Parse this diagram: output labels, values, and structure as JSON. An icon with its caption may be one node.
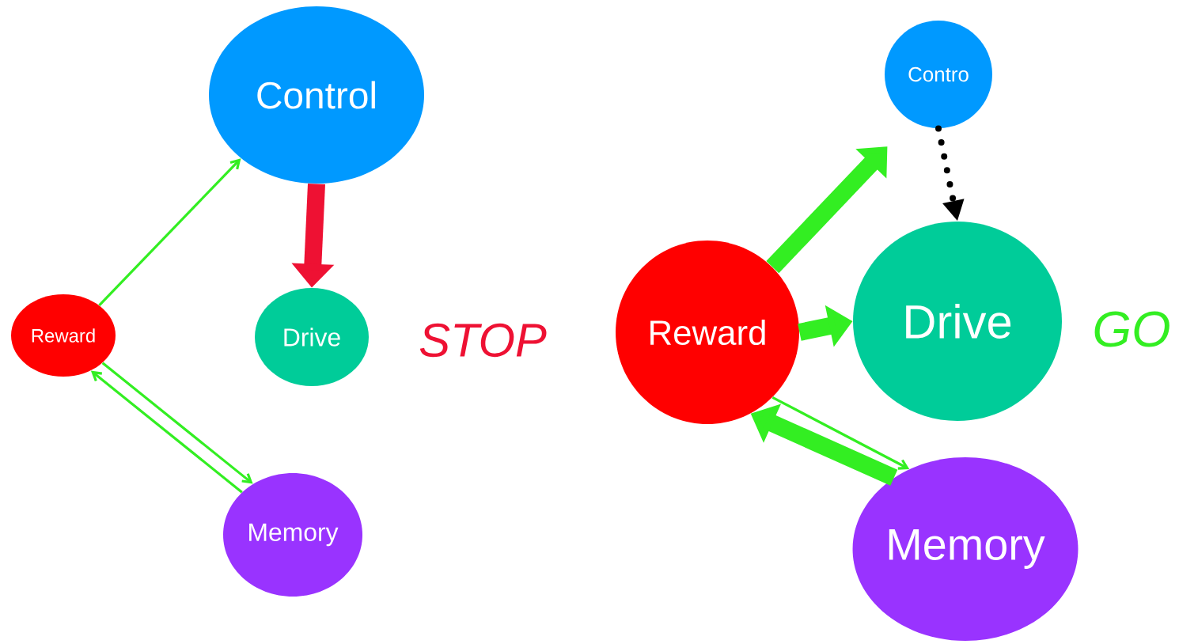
{
  "diagram": {
    "nodes": [
      {
        "text": [
          "Control"
        ]
      },
      {
        "text": [
          "Reward"
        ]
      },
      {
        "text": [
          "Drive"
        ]
      },
      {
        "text": [
          "Memory"
        ]
      },
      {
        "text": [
          "Contro"
        ]
      },
      {
        "text": [
          "Reward"
        ]
      },
      {
        "text": [
          "Drive"
        ]
      },
      {
        "text": [
          "Memory"
        ]
      }
    ],
    "edges": [
      {
        "from": 1,
        "to": 0,
        "arrow": "to"
      },
      {
        "from": 0,
        "to": 2,
        "arrow": "to",
        "style": "thick",
        "color": "#ee1133"
      },
      {
        "from": 1,
        "to": 3,
        "arrow": "to"
      },
      {
        "from": 3,
        "to": 1,
        "arrow": "to"
      },
      {
        "from": 5,
        "to": 4,
        "arrow": "to",
        "style": "thick"
      },
      {
        "from": 4,
        "to": 6,
        "arrow": "to",
        "style": "dashed",
        "color": "#000000"
      },
      {
        "from": 5,
        "to": 6,
        "arrow": "to",
        "style": "thick"
      },
      {
        "from": 5,
        "to": 7,
        "arrow": "to"
      },
      {
        "from": 7,
        "to": 5,
        "arrow": "to",
        "style": "thick"
      }
    ],
    "labels": [
      "STOP",
      "GO"
    ]
  }
}
